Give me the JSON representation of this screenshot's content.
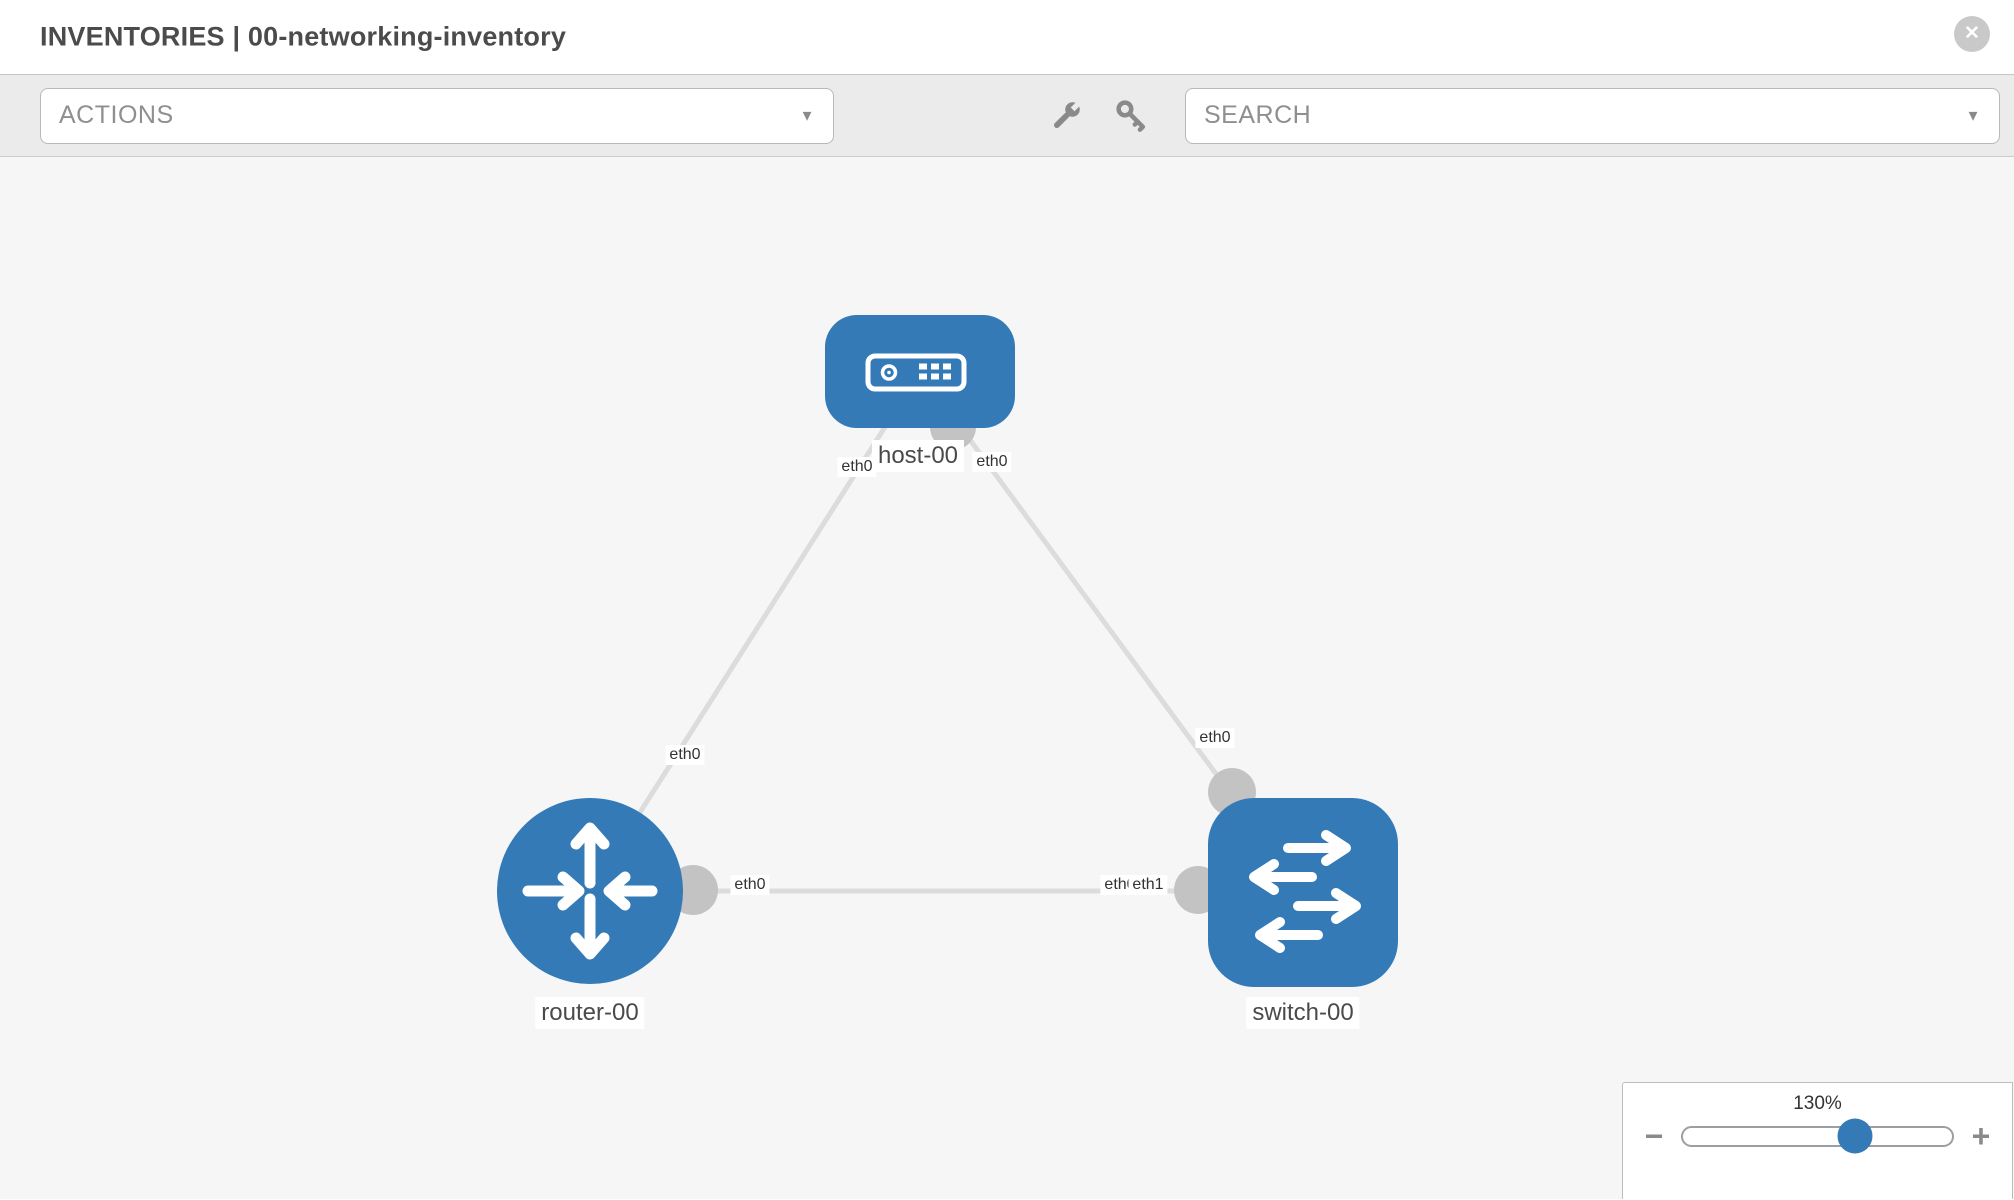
{
  "header": {
    "title": "INVENTORIES | 00-networking-inventory"
  },
  "toolbar": {
    "actions_label": "ACTIONS",
    "search_placeholder": "SEARCH"
  },
  "icons": {
    "caret": "▼",
    "close": "✕",
    "minus": "−",
    "plus": "+"
  },
  "colors": {
    "node_blue": "#337ab7",
    "link_gray": "#dcdcdc",
    "endpoint_gray": "#c3c3c3"
  },
  "topology": {
    "nodes": [
      {
        "label": "host-00",
        "type": "host"
      },
      {
        "label": "router-00",
        "type": "router"
      },
      {
        "label": "switch-00",
        "type": "switch"
      }
    ],
    "links": [
      {
        "from": "host-00",
        "to": "router-00",
        "from_interface": "eth0",
        "to_interface": "eth0"
      },
      {
        "from": "host-00",
        "to": "switch-00",
        "from_interface": "eth0",
        "to_interface": "eth0"
      },
      {
        "from": "router-00",
        "to": "switch-00",
        "from_interface": "eth0",
        "to_interface": "eth1"
      }
    ],
    "interface_labels": {
      "host_left": "eth0",
      "host_right": "eth0",
      "link_host_router": "eth0",
      "link_host_switch": "eth0",
      "router_right": "eth0",
      "switch_left_back": "eth0",
      "switch_left_front": "eth1"
    }
  },
  "zoom_control": {
    "value": "130%",
    "percent": 64
  }
}
